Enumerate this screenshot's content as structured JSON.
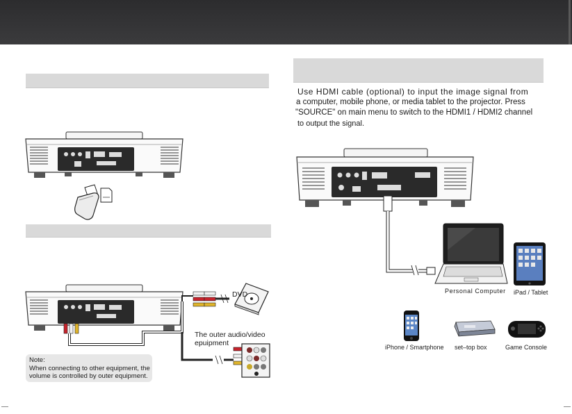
{
  "hdmi_section": {
    "instructions": [
      "Use  HDMI  cable  (optional)  to  input  the  image  signal  from",
      "a computer, mobile phone, or media tablet to the projector. Press",
      "\"SOURCE\" on main menu to switch to the HDMI1 / HDMI2 channel",
      "to output  the signal."
    ]
  },
  "av_section": {
    "dvd_label": "DVD",
    "outer_equipment_label": [
      "The outer audio/video",
      "epuipment"
    ],
    "note": {
      "title": "Note:",
      "lines": [
        "When connecting to other equipment, the",
        "volume is controlled by outer equipment."
      ]
    }
  },
  "devices": {
    "personal_computer": "Personal Computer",
    "ipad": "iPad / Tablet",
    "iphone": "iPhone / Smartphone",
    "set_top_box": "set–top box",
    "game_console": "Game Console"
  },
  "colors": {
    "header_bar": "#2c2c2e",
    "section_bar": "#d9d9d9",
    "note_box": "#e7e7e7",
    "cable_red": "#c8232c",
    "cable_yellow": "#e0b52b",
    "cable_white": "#f2f2f2"
  }
}
